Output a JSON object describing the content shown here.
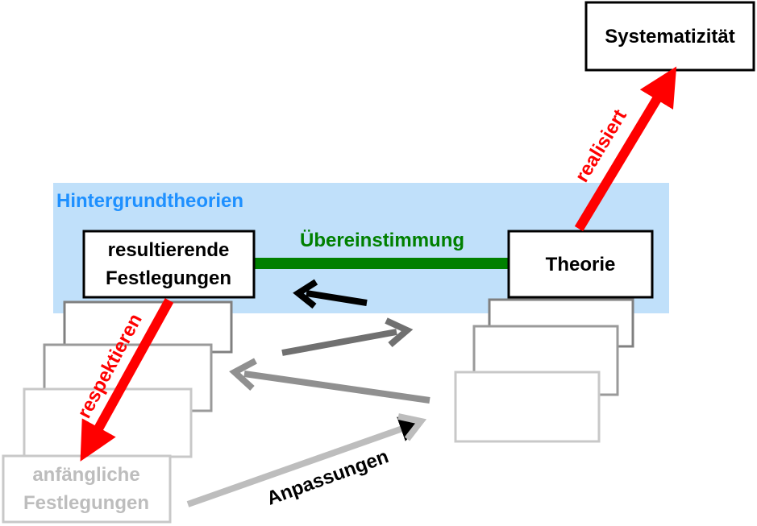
{
  "nodes": {
    "systematizitaet": "Systematizität",
    "theorie": "Theorie",
    "resultierende_line1": "resultierende",
    "resultierende_line2": "Festlegungen",
    "anfaengliche_line1": "anfängliche",
    "anfaengliche_line2": "Festlegungen"
  },
  "region": {
    "label": "Hintergrundtheorien",
    "color": "#c0e0fa",
    "label_color": "#1e90ff"
  },
  "edges": {
    "uebereinstimmung": "Übereinstimmung",
    "realisiert": "realisiert",
    "respektieren": "respektieren",
    "anpassungen": "Anpassungen"
  },
  "colors": {
    "green": "#008000",
    "red": "#ff0000",
    "black": "#000000",
    "gray_dark": "#707070",
    "gray_mid": "#909090",
    "gray_light": "#bdbdbd"
  }
}
